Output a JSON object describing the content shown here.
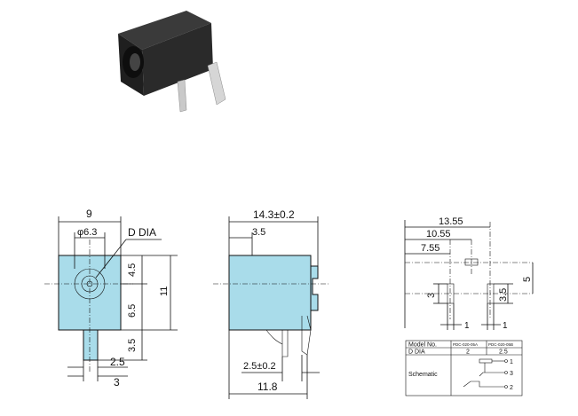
{
  "front_view": {
    "width_label": "9",
    "hole_dia_label": "φ6.3",
    "d_dia_label": "D  DIA",
    "dim_4_5": "4.5",
    "dim_6_5": "6.5",
    "dim_3_5": "3.5",
    "dim_11": "11",
    "dim_2_5": "2.5",
    "dim_3": "3"
  },
  "side_view": {
    "overall_label": "14.3±0.2",
    "dim_3_5": "3.5",
    "pin_spacing_label": "2.5±0.2",
    "base_label": "11.8"
  },
  "footprint_view": {
    "dim_13_55": "13.55",
    "dim_10_55": "10.55",
    "dim_7_55": "7.55",
    "dim_3": "3",
    "dim_3_5": "3.5",
    "dim_5": "5",
    "dim_1a": "1",
    "dim_1b": "1"
  },
  "spec_table": {
    "header_model": "Model  No.",
    "header_m1": "PDC-020-05A",
    "header_m2": "PDC-020-05B",
    "row_d_label": "D      DIA",
    "row_d_v1": "2",
    "row_d_v2": "2.5",
    "row_schematic": "Schematic",
    "pin_1": "1",
    "pin_2": "2",
    "pin_3": "3"
  }
}
